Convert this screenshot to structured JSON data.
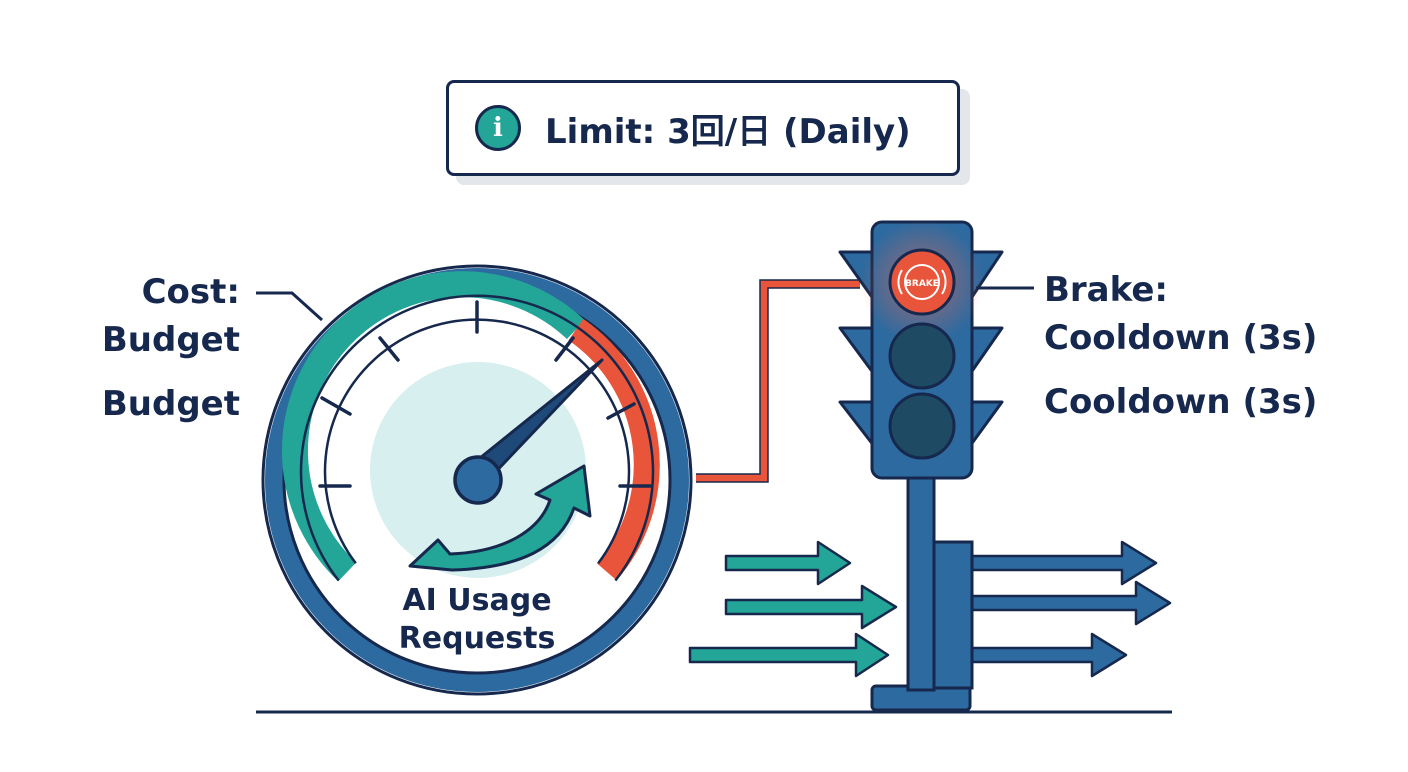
{
  "banner": {
    "icon": "info-icon",
    "text": "Limit: 3回/日 (Daily)"
  },
  "gauge": {
    "label_line1": "AI Usage",
    "label_line2": "Requests",
    "needle_icon": "speedometer-needle",
    "trend_icon": "up-trend-arrow-icon"
  },
  "left_callout": {
    "line1": "Cost:",
    "line2": "Budget",
    "line3": "Budget"
  },
  "right_callout": {
    "line1": "Brake:",
    "line2": "Cooldown (3s)",
    "line3": "Cooldown (3s)"
  },
  "traffic_light": {
    "brake_text": "BRAKE",
    "active_light": "red"
  },
  "colors": {
    "navy": "#16284d",
    "steel_blue": "#2d6aa0",
    "teal": "#23a597",
    "red_orange": "#e8553a",
    "light_teal": "#d7efee",
    "dark_lens": "#1e4a63"
  }
}
